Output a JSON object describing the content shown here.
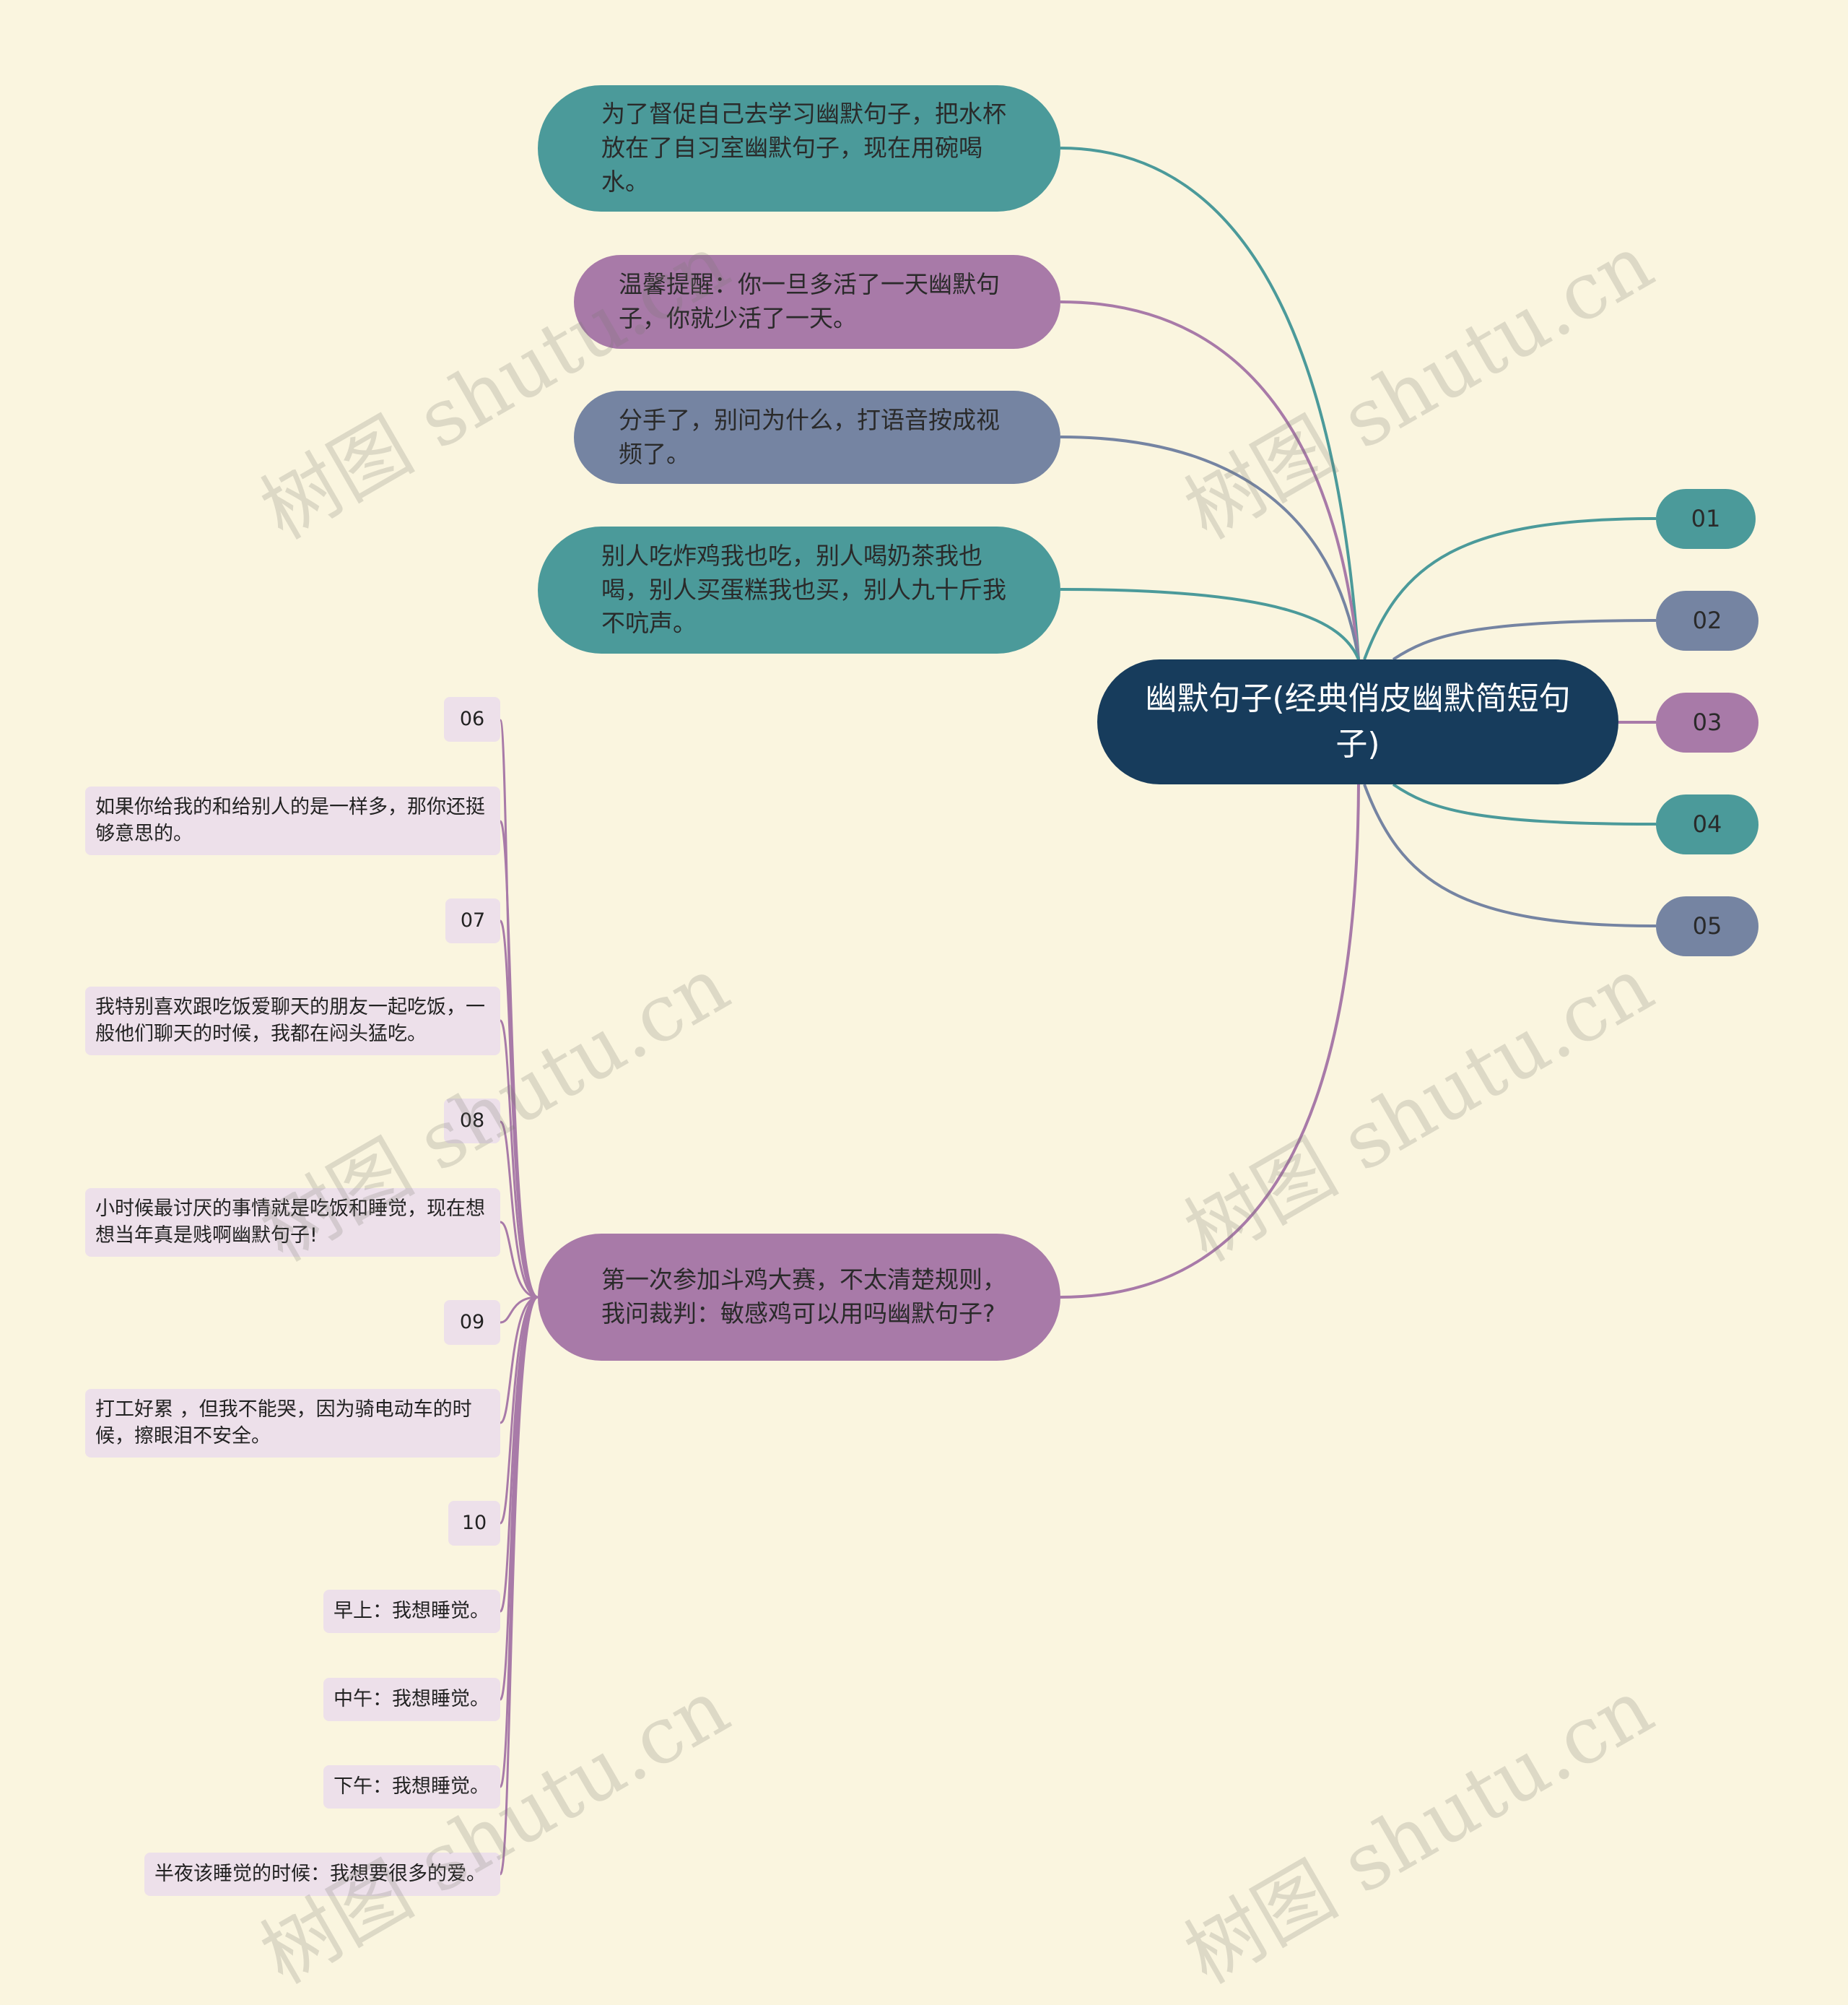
{
  "colors": {
    "background": "#faf5df",
    "center": "#173c5c",
    "teal": "#4b9a9a",
    "purple": "#a87aa8",
    "slate": "#7584a2",
    "leaf": "#ede0ea"
  },
  "center": {
    "title": "幽默句子(经典俏皮幽默简短句子)"
  },
  "branches": [
    {
      "text": "为了督促自己去学习幽默句子，把水杯放在了自习室幽默句子，现在用碗喝水。",
      "color": "teal"
    },
    {
      "text": "温馨提醒：你一旦多活了一天幽默句子，你就少活了一天。",
      "color": "purple"
    },
    {
      "text": "分手了，别问为什么，打语音按成视频了。",
      "color": "slate"
    },
    {
      "text": "别人吃炸鸡我也吃，别人喝奶茶我也喝，别人买蛋糕我也买，别人九十斤我不吭声。",
      "color": "teal"
    },
    {
      "text": "第一次参加斗鸡大赛，不太清楚规则，我问裁判：敏感鸡可以用吗幽默句子?",
      "color": "purple"
    }
  ],
  "right_pills": [
    {
      "label": "01",
      "color": "teal"
    },
    {
      "label": "02",
      "color": "slate"
    },
    {
      "label": "03",
      "color": "purple"
    },
    {
      "label": "04",
      "color": "teal"
    },
    {
      "label": "05",
      "color": "slate"
    }
  ],
  "leaves": [
    "06",
    "如果你给我的和给别人的是一样多，那你还挺够意思的。",
    "07",
    "我特别喜欢跟吃饭爱聊天的朋友一起吃饭，一般他们聊天的时候，我都在闷头猛吃。",
    "08",
    "小时候最讨厌的事情就是吃饭和睡觉，现在想想当年真是贱啊幽默句子!",
    "09",
    "打工好累 ，但我不能哭，因为骑电动车的时候，擦眼泪不安全。",
    "10",
    "早上：我想睡觉。",
    "中午：我想睡觉。",
    "下午：我想睡觉。",
    "半夜该睡觉的时候：我想要很多的爱。"
  ],
  "watermark": "树图 shutu.cn"
}
